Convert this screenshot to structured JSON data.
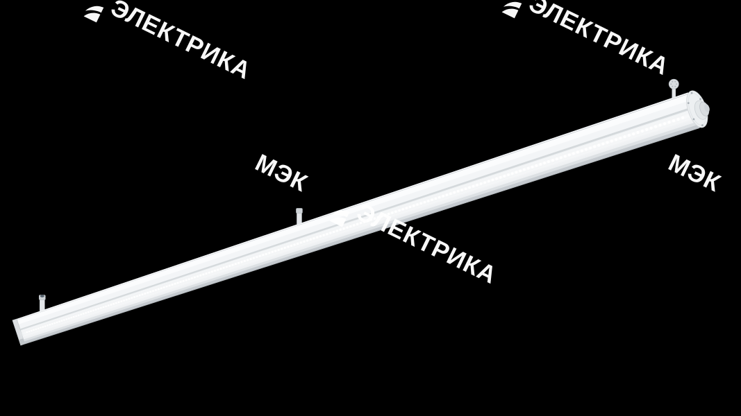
{
  "meta": {
    "description": "Product photo: long white linear LED luminaire shown diagonally from lower-left to upper-right on a black background, with LED dot strip glowing along its lower face, three suspension pins on top, a round end cap with cable gland at the right end, and repeated brand watermarks."
  },
  "background": {
    "color": "#000000"
  },
  "watermark": {
    "brand_first_word": "МЭК",
    "brand_second_word": "ЭЛЕКТРИКА",
    "logo_icon": "crescent-swoosh-logo",
    "text_color": "#ffffff",
    "rotation_deg": 26,
    "tiles_visible": 4
  },
  "fixture": {
    "type": "linear LED light fixture",
    "orientation": "diagonal, rising left to right",
    "mount_pin_count": 3,
    "led_count_estimate": 200,
    "colors": {
      "body_white": "#fbfcfd",
      "body_light": "#f2f4f6",
      "top_rim": "#c9ced3",
      "seam": "#d2d7da",
      "led_channel": "#e4e8eb",
      "lower_panel": "#eff1f3",
      "lower_shade": "#dde1e4",
      "bottom_lip": "#c5cacf",
      "bottom_edge": "#b2b8bd",
      "top_highlight": "#fafbfc",
      "end_face": "#dcdfe2",
      "end_face_dark": "#c2c7cb",
      "cap_face": "#edf0f2",
      "cap_rim": "#d5d9dc",
      "gland_a": "#e4e8ea",
      "gland_b": "#d9dde0",
      "gland_c": "#cfd4d8",
      "pin_stem": "#e2e5e8",
      "pin_cap": "#ced3d7",
      "pin_dark_top": "#57636e",
      "screw": "#a9b0b6",
      "led_dot": "#ffffff",
      "led_glow": "rgba(255,255,255,0.75)"
    }
  }
}
